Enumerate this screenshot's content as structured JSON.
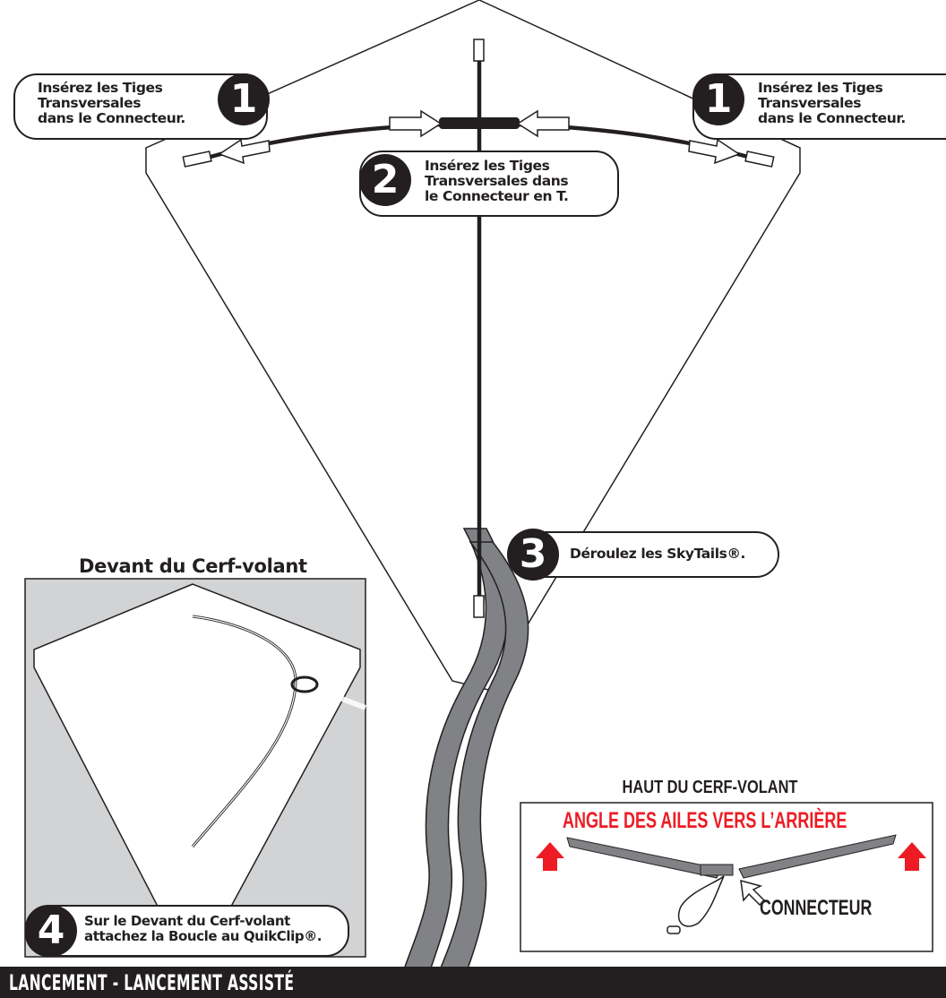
{
  "steps": [
    {
      "number": "1",
      "lines": [
        "Insérez les Tiges",
        "Transversales",
        "dans le Connecteur."
      ]
    },
    {
      "number": "1",
      "lines": [
        "Insérez les Tiges",
        "Transversales",
        "dans le Connecteur."
      ]
    },
    {
      "number": "2",
      "lines": [
        "Insérez les Tiges",
        "Transversales dans",
        "le Connecteur en T."
      ]
    },
    {
      "number": "3",
      "lines": [
        "Déroulez les SkyTails®."
      ]
    },
    {
      "number": "4",
      "lines": [
        "Sur le Devant du Cerf-volant",
        "attachez la Boucle au QuikClip®."
      ]
    }
  ],
  "front_panel": {
    "title": "Devant du Cerf-volant"
  },
  "top_panel": {
    "title": "HAUT DU CERF-VOLANT",
    "angle_label": "ANGLE DES AILES VERS L’ARRIÈRE",
    "connector_label": "CONNECTEUR"
  },
  "footer": {
    "label": "LANCEMENT - LANCEMENT ASSISTÉ"
  },
  "colors": {
    "ink": "#231f20",
    "panel_gray": "#d1d3d4",
    "tail_gray": "#808285",
    "accent_red": "#ed1c24"
  }
}
